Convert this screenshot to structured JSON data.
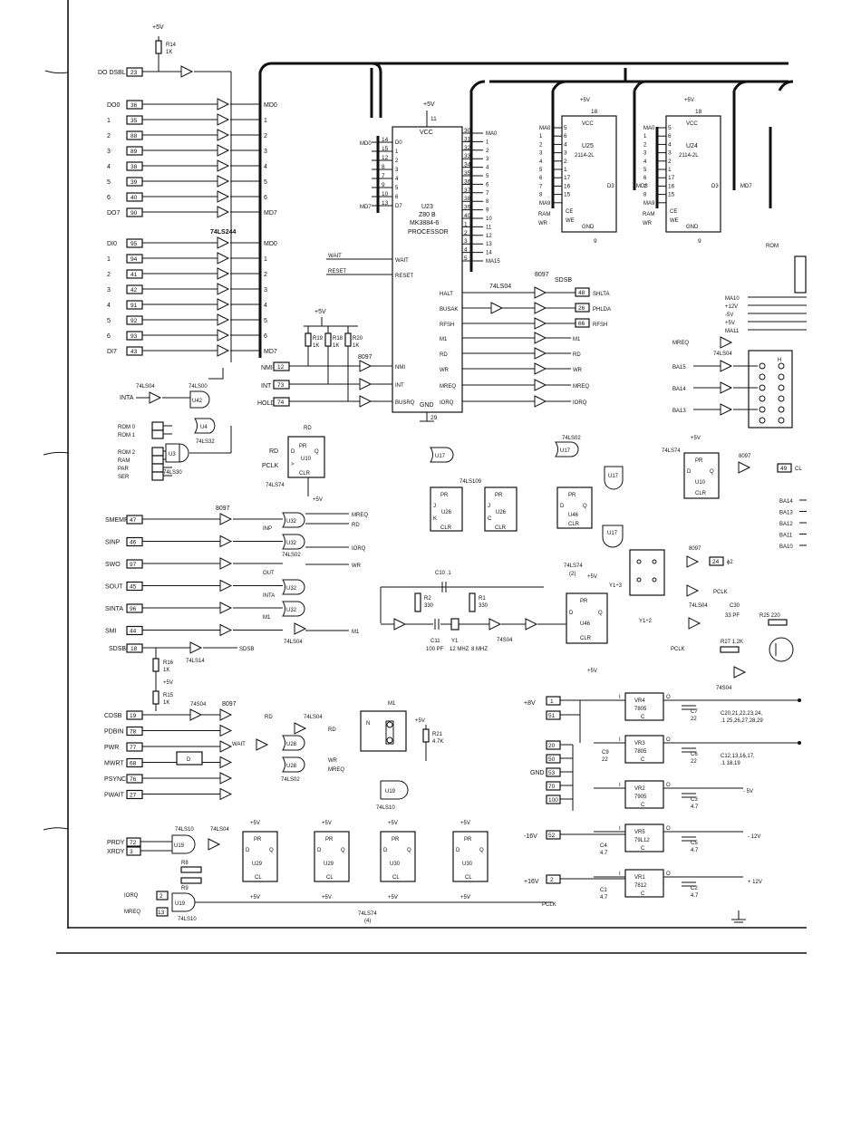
{
  "header_pins": {
    "do_dsbl": "DO DSBL",
    "do_dsbl_pin": "23",
    "r14": "R14",
    "r14_val": "1K",
    "vcc": "+5V"
  },
  "do_bus": {
    "labels": [
      "DO0",
      "1",
      "2",
      "3",
      "4",
      "5",
      "6",
      "DO7"
    ],
    "pins": [
      "36",
      "35",
      "88",
      "89",
      "38",
      "39",
      "40",
      "90"
    ],
    "md_out": [
      "MD0",
      "1",
      "2",
      "3",
      "4",
      "5",
      "6",
      "MD7"
    ]
  },
  "di_bus": {
    "labels": [
      "DI0",
      "1",
      "2",
      "3",
      "4",
      "5",
      "6",
      "DI7"
    ],
    "pins": [
      "95",
      "94",
      "41",
      "42",
      "91",
      "92",
      "93",
      "43"
    ],
    "md_out": [
      "MD0",
      "1",
      "2",
      "3",
      "4",
      "5",
      "6",
      "MD7"
    ],
    "chip": "74LS244"
  },
  "cpu": {
    "ref": "U23",
    "part": "Z80 B",
    "part2": "MK3884-6",
    "role": "PROCESSOR",
    "vcc": "VCC",
    "gnd": "GND",
    "pin_vcc": "11",
    "pin_gnd": "29",
    "d_pins": [
      "14",
      "15",
      "12",
      "8",
      "7",
      "9",
      "10",
      "13"
    ],
    "a_pins": [
      "30",
      "31",
      "32",
      "33",
      "34",
      "35",
      "36",
      "37",
      "38",
      "39",
      "40",
      "1",
      "2",
      "3",
      "4",
      "5"
    ],
    "a_labels": [
      "MA0",
      "1",
      "2",
      "3",
      "4",
      "5",
      "6",
      "7",
      "8",
      "9",
      "10",
      "11",
      "12",
      "13",
      "14",
      "MA15"
    ],
    "left_signals": [
      "WAIT",
      "RESET",
      "NMI",
      "INT",
      "BUSRQ"
    ],
    "right_signals": [
      "HALT",
      "BUSAK",
      "RFSH",
      "M1",
      "RD",
      "WR",
      "MREQ",
      "IORQ"
    ]
  },
  "rams": [
    {
      "ref": "U25",
      "part": "2114-2L",
      "out": "MD3"
    },
    {
      "ref": "U24",
      "part": "2114-2L",
      "out": "MD7"
    }
  ],
  "ram_pins": {
    "a": [
      "MA0",
      "1",
      "2",
      "3",
      "4",
      "5",
      "6",
      "7",
      "8",
      "MA9"
    ],
    "nums": [
      "5",
      "6",
      "4",
      "3",
      "2",
      "1",
      "17",
      "16",
      "15"
    ],
    "vcc": "VCC",
    "gnd": "GND",
    "ce": "CE",
    "we": "WE",
    "ram": "RAM",
    "wr": "WR",
    "pin18": "18",
    "pin9": "9"
  },
  "right_outputs": [
    {
      "sig": "SHLTA",
      "pin": "48"
    },
    {
      "sig": "PHLDA",
      "pin": "26"
    },
    {
      "sig": "RFSH",
      "pin": "66"
    }
  ],
  "misc_labels": {
    "sdsb": "SDSB",
    "chip8097": "8097",
    "chip74ls04": "74LS04",
    "chip74ls00": "74LS00",
    "chip74ls32": "74LS32",
    "chip74ls30": "74LS30",
    "chip74ls74": "74LS74",
    "chip74ls02": "74LS02",
    "chip74ls10": "74LS10",
    "chip74ls109": "74LS109",
    "chip74ls14": "74LS14",
    "chip74s04": "74S04",
    "u42": "U42",
    "u4": "U4",
    "u3": "U3",
    "u10": "U10",
    "u17": "U17",
    "u26": "U26",
    "u46": "U46",
    "u32": "U32",
    "u28": "U28",
    "u19": "U19",
    "u29": "U29",
    "u30": "U30",
    "r19": "R19",
    "r18": "R18",
    "r20": "R20",
    "r1k": "1K",
    "nmi": "NMI",
    "int": "INT",
    "hold": "HOLD",
    "inta": "INTA",
    "pclk": "PCLK",
    "rd": "RD",
    "wr": "WR",
    "ma11": "MA11",
    "ma10": "MA10",
    "rom": "ROM",
    "h": "H"
  },
  "rom_inputs": [
    "ROM 0",
    "ROM 1",
    "ROM 2",
    "RAM",
    "PAR",
    "SER"
  ],
  "status_inputs": [
    {
      "sig": "SMEMR",
      "pin": "47"
    },
    {
      "sig": "SINP",
      "pin": "46"
    },
    {
      "sig": "SWO",
      "pin": "97"
    },
    {
      "sig": "SOUT",
      "pin": "45"
    },
    {
      "sig": "SINTA",
      "pin": "96"
    },
    {
      "sig": "SMI",
      "pin": "44"
    }
  ],
  "status_right": [
    "MREQ",
    "RD",
    "IORQ",
    "WR",
    "M1"
  ],
  "ctrl_inputs": [
    {
      "sig": "CDSB",
      "pin": "19"
    },
    {
      "sig": "PDBIN",
      "pin": "78"
    },
    {
      "sig": "PWR",
      "pin": "77"
    },
    {
      "sig": "MWRT",
      "pin": "68"
    },
    {
      "sig": "PSYNC",
      "pin": "76"
    },
    {
      "sig": "PWAIT",
      "pin": "27"
    }
  ],
  "ready": [
    {
      "sig": "PRDY",
      "pin": "72"
    },
    {
      "sig": "XRDY",
      "pin": "3"
    }
  ],
  "bottom": {
    "iorq": "IORQ",
    "mreq": "MREQ",
    "pclk": "PCLK",
    "chip": "74LS74",
    "count": "(4)",
    "r8": "R8",
    "r9": "R9"
  },
  "clock": {
    "c10": "C10 .1",
    "r2": "R2",
    "r2v": "330",
    "r1": "R1",
    "r1v": "330",
    "c11": "C11",
    "c11v": "100 PF",
    "y1": "Y1",
    "y1v": "12 MHZ",
    "y1v2": "8 MHZ",
    "div3": "Y1÷3",
    "div2": "Y1÷2",
    "phi2": "ϕ2",
    "pin24": "24",
    "pin49": "49",
    "cl": "CL",
    "c30": "C30",
    "c30v": "33 PF",
    "r25": "R25 220",
    "r27": "R27 1.2K"
  },
  "baddr": [
    "BA15",
    "BA14",
    "BA13"
  ],
  "bright": [
    "BA14",
    "BA13",
    "BA12",
    "BA11",
    "BA10"
  ],
  "power_pins": {
    "mreq": "MREQ",
    "ma10": "MA10",
    "p12": "+12V",
    "m5": "-5V",
    "p5": "+5V",
    "ma11": "MA11"
  },
  "regulators": [
    {
      "ref": "VR4",
      "part": "7805",
      "in": "I",
      "out": "O",
      "c": "C",
      "cap": "C7",
      "capv": "22",
      "note": "C20,21,22,23,24,",
      "note2": ".1  25,26,27,28,29",
      "rail": "+5V"
    },
    {
      "ref": "VR3",
      "part": "7805",
      "in": "I",
      "out": "O",
      "c": "C",
      "cap": "C6",
      "capv": "22",
      "note": "C12,13,16,17,",
      "note2": ".1  18,19",
      "rail": "+5V"
    },
    {
      "ref": "VR2",
      "part": "7905",
      "in": "I",
      "out": "O",
      "c": "C",
      "cap": "C3",
      "capv": "4.7",
      "rail": "-5V"
    },
    {
      "ref": "VR5",
      "part": "79L12",
      "in": "I",
      "out": "O",
      "c": "C",
      "cap": "C5",
      "capv": "4.7",
      "rail": "-12V"
    },
    {
      "ref": "VR1",
      "part": "7812",
      "in": "I",
      "out": "O",
      "c": "C",
      "cap": "C2",
      "capv": "4.7",
      "rail": "+12V"
    }
  ],
  "supply": {
    "p8": "+8V",
    "p8_pins": [
      "1",
      "51"
    ],
    "gnd": "GND",
    "gnd_pins": [
      "20",
      "50",
      "53",
      "70",
      "100"
    ],
    "m16": "-16V",
    "m16_pin": "52",
    "p16": "+16V",
    "p16_pin": "2",
    "c9": "C9",
    "c9v": "22",
    "c4": "C4",
    "c4v": "4.7",
    "c1": "C1",
    "c1v": "4.7",
    "rail_m5": "- 5V",
    "rail_m12": "- 12V",
    "rail_p12": "+ 12V"
  },
  "m1": {
    "ref": "M1",
    "n": "N",
    "d": "D",
    "r21": "R21",
    "r21v": "4.7K"
  }
}
